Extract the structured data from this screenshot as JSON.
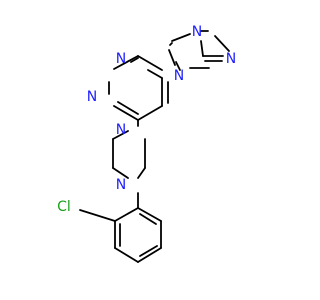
{
  "colors": {
    "background": "#ffffff",
    "bond": "#000000",
    "nitrogen": "#2020ff",
    "chlorine": "#1aa01a"
  },
  "molecule": {
    "atoms": [
      {
        "id": "triazole-n-top",
        "label": "N",
        "element": "nitrogen"
      },
      {
        "id": "triazole-n-right",
        "label": "N",
        "element": "nitrogen"
      },
      {
        "id": "triazole-n-attached",
        "label": "N",
        "element": "nitrogen"
      },
      {
        "id": "pyrimidine-n-upper",
        "label": "N",
        "element": "nitrogen"
      },
      {
        "id": "pyrimidine-n-lower",
        "label": "N",
        "element": "nitrogen"
      },
      {
        "id": "piperazine-n-top",
        "label": "N",
        "element": "nitrogen"
      },
      {
        "id": "piperazine-n-bottom",
        "label": "N",
        "element": "nitrogen"
      },
      {
        "id": "chlorine",
        "label": "Cl",
        "element": "chlorine"
      }
    ]
  }
}
